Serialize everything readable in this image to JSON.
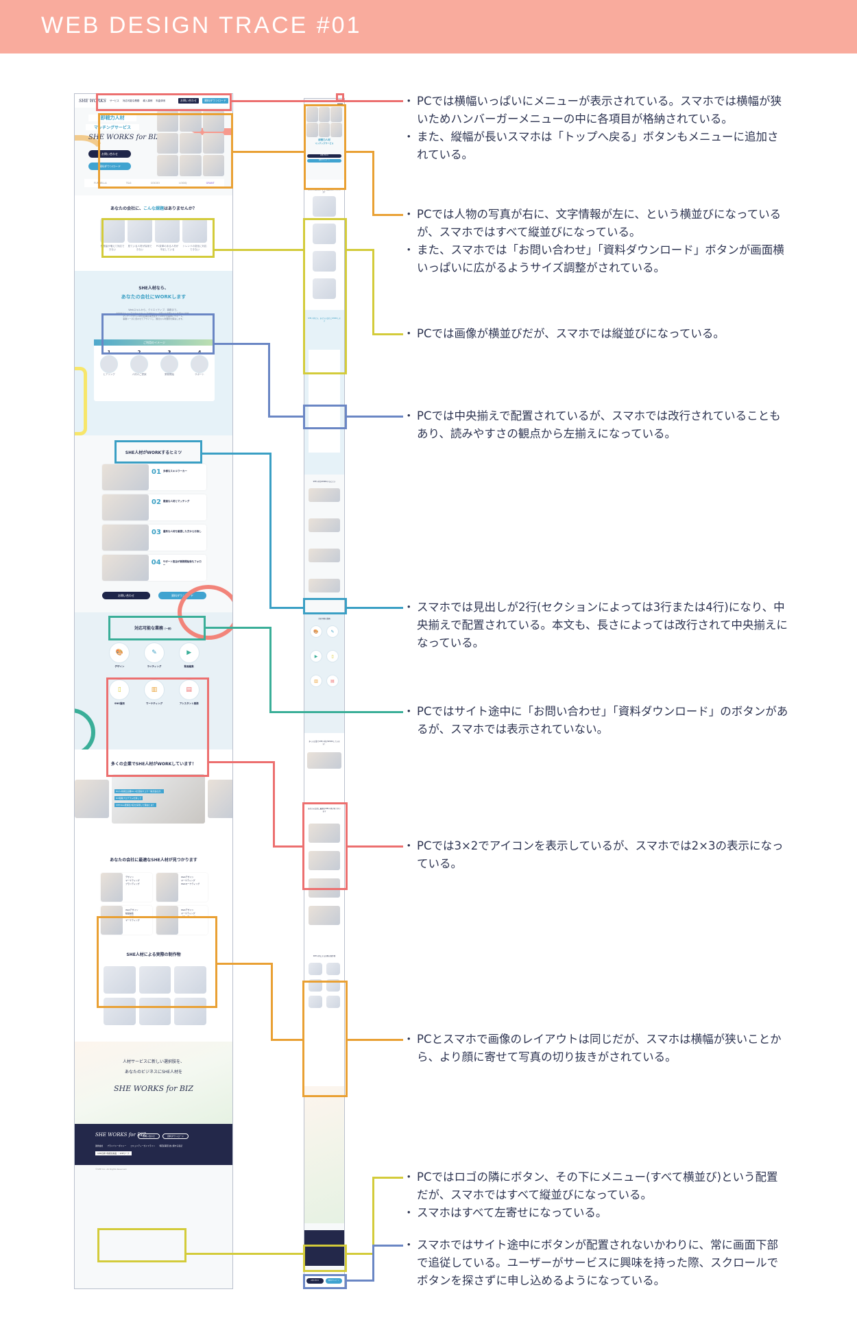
{
  "header": {
    "title": "WEB DESIGN TRACE  #01"
  },
  "colors": {
    "header_bg": "#f9ab9d",
    "red": "#ec6f6f",
    "orange": "#e9a033",
    "yellow": "#d3cb3a",
    "blue": "#6a86c4",
    "cyan": "#3a9fc4",
    "teal": "#3aae98",
    "navy": "#1e2549"
  },
  "pc_site": {
    "nav": {
      "logo": "SHE WORKS",
      "items": [
        "サービス",
        "対応可能な業務",
        "導入事例",
        "料金体系"
      ],
      "contact_btn": "お問い合わせ",
      "download_btn": "資料ダウンロード"
    },
    "hero": {
      "line1": "即戦力人材",
      "line2": "マッチングサービス",
      "logo": "SHE WORKS for BIZ",
      "contact_btn": "お問い合わせ",
      "download_btn": "資料ダウンロード",
      "client_logos": [
        "FUNDELLA",
        "T&G",
        "COCOO",
        "LOGIQ",
        "GRANT"
      ]
    },
    "issues": {
      "title_pre": "あなたの会社に、",
      "title_hl": "こんな課題",
      "title_post": "はありませんか？",
      "items": [
        "業務量が増えて対応できない",
        "見ている人材が採用できない",
        "PC変革のある人材が不足している",
        "トレンドの変化に対応できない"
      ]
    },
    "work": {
      "title1": "SHE人材なら、",
      "title2": "あなたの会社にWORKします",
      "body": [
        "Webスキルから、クリエイティブ、事務まで。",
        "女性向けキャリアスクールNo.1「SHElikes」で培った専門スキルを持つ人材を、",
        "マッチングから人材の初期定着支援までSHEが全面的にサポート。",
        "事業ニーズに合わせてアサインし、貴社の人材課題を解決します。"
      ],
      "flow_title": "ご利用のイメージ",
      "steps": [
        {
          "num": "1",
          "label": "ヒアリング"
        },
        {
          "num": "2",
          "label": "人材のご提案"
        },
        {
          "num": "3",
          "label": "業務開始"
        },
        {
          "num": "4",
          "label": "サポート"
        }
      ]
    },
    "secret": {
      "title": "SHE人材がWORKするヒミツ",
      "items": [
        {
          "num": "01",
          "title": "多様なスキルワーカー"
        },
        {
          "num": "02",
          "title": "最適な人材とマッチング"
        },
        {
          "num": "03",
          "title": "優秀な人材を厳選した方からお探し"
        },
        {
          "num": "04",
          "title": "サポート担当が業務開始後もフォロー"
        }
      ],
      "contact_btn": "お問い合わせ",
      "download_btn": "資料ダウンロード"
    },
    "services": {
      "title": "対応可能な業務",
      "title_tag": "（一例）",
      "items": [
        {
          "label": "デザイン",
          "icon": "palette-icon",
          "glyph": "🎨"
        },
        {
          "label": "ライティング",
          "icon": "pencil-icon",
          "glyph": "✎"
        },
        {
          "label": "動画編集",
          "icon": "film-icon",
          "glyph": "▶"
        },
        {
          "label": "SNS運用",
          "icon": "phone-icon",
          "glyph": "▯"
        },
        {
          "label": "マーケティング",
          "icon": "chart-icon",
          "glyph": "▥"
        },
        {
          "label": "アシスタント業務",
          "icon": "monitor-icon",
          "glyph": "▤"
        }
      ]
    },
    "cases": {
      "title": "多くの企業でSHE人材がWORKしています！",
      "banner_lines": [
        "DX人材輩出企業No.1を目指すコクー株式会社が、",
        "DX転職プログラムを通して",
        "SHElikes受講生3名を採用した理由とは？"
      ]
    },
    "talent": {
      "title": "あなたの会社に最適なSHE人材が見つかります",
      "profiles": [
        {
          "skills": [
            "デザイン",
            "マーケティング",
            "ブランディング"
          ]
        },
        {
          "skills": [
            "Webデザイン",
            "マーケティング",
            "Webマーケティング"
          ]
        },
        {
          "skills": [
            "Webデザイン",
            "動画編集",
            "SNS運用",
            "マーケティング"
          ]
        },
        {
          "skills": [
            "Webデザイン",
            "マーケティング",
            "ブランディング"
          ]
        }
      ]
    },
    "works": {
      "title": "SHE人材による実際の制作物",
      "count": 6
    },
    "cta": {
      "line1": "人材サービスに新しい選択肢を、",
      "line2": "あなたのビジネスにSHE人材を",
      "logo": "SHE WORKS for BIZ"
    },
    "footer": {
      "contact_btn": "お問い合わせ",
      "download_btn": "資料ダウンロード",
      "links": [
        "運営会社",
        "プライバシーポリシー",
        "コミュニティーガイドライン",
        "特定商取引法に関する表記"
      ],
      "badge": "SHEの求人情報を掲載 ｜ SHEワーク",
      "copyright": "©SHE Inc. All Rights Reserved."
    }
  },
  "sp_site": {
    "hero_line1": "即戦力人材",
    "hero_line2": "マッチングサービス",
    "issues_title": "あなたの会社に、こんな課題はありませんか？",
    "work_title": "SHE人材なら、あなたの会社にWORKします",
    "secret_title": "SHE人材がWORKするヒミツ",
    "services_title": "対応可能な業務",
    "cases_title": "多くの企業でSHE人材がWORKしています！",
    "talent_title": "あなたの会社に最適なSHE人材が見つかります",
    "works_title": "SHE人材による実際の制作物",
    "contact_btn": "お問い合わせ",
    "download_btn": "資料ダウンロード"
  },
  "annotations": [
    {
      "color": "red",
      "lines": [
        "PCでは横幅いっぱいにメニューが表示されている。スマホでは横幅が狭いためハンバーガーメニューの中に各項目が格納されている。",
        "また、縦幅が長いスマホは「トップへ戻る」ボタンもメニューに追加されている。"
      ]
    },
    {
      "color": "orange",
      "lines": [
        "PCでは人物の写真が右に、文字情報が左に、という横並びになっているが、スマホではすべて縦並びになっている。",
        "また、スマホでは「お問い合わせ」「資料ダウンロード」ボタンが画面横いっぱいに広がるようサイズ調整がされている。"
      ]
    },
    {
      "color": "yellow",
      "lines": [
        "PCでは画像が横並びだが、スマホでは縦並びになっている。"
      ]
    },
    {
      "color": "blue",
      "lines": [
        "PCでは中央揃えで配置されているが、スマホでは改行されていることもあり、読みやすさの観点から左揃えになっている。"
      ]
    },
    {
      "color": "cyan",
      "lines": [
        "スマホでは見出しが2行(セクションによっては3行または4行)になり、中央揃えで配置されている。本文も、長さによっては改行されて中央揃えになっている。"
      ]
    },
    {
      "color": "teal",
      "lines": [
        "PCではサイト途中に「お問い合わせ」「資料ダウンロード」のボタンがあるが、スマホでは表示されていない。"
      ]
    },
    {
      "color": "red",
      "lines": [
        "PCでは3×2でアイコンを表示しているが、スマホでは2×3の表示になっている。"
      ]
    },
    {
      "color": "orange",
      "lines": [
        "PCとスマホで画像のレイアウトは同じだが、スマホは横幅が狭いことから、より顔に寄せて写真の切り抜きがされている。"
      ]
    },
    {
      "color": "yellow",
      "lines": [
        "PCではロゴの隣にボタン、その下にメニュー(すべて横並び)という配置だが、スマホではすべて縦並びになっている。",
        "スマホはすべて左寄せになっている。"
      ]
    },
    {
      "color": "blue",
      "lines": [
        "スマホではサイト途中にボタンが配置されないかわりに、常に画面下部で追従している。ユーザーがサービスに興味を持った際、スクロールでボタンを探さずに申し込めるようになっている。"
      ]
    }
  ]
}
